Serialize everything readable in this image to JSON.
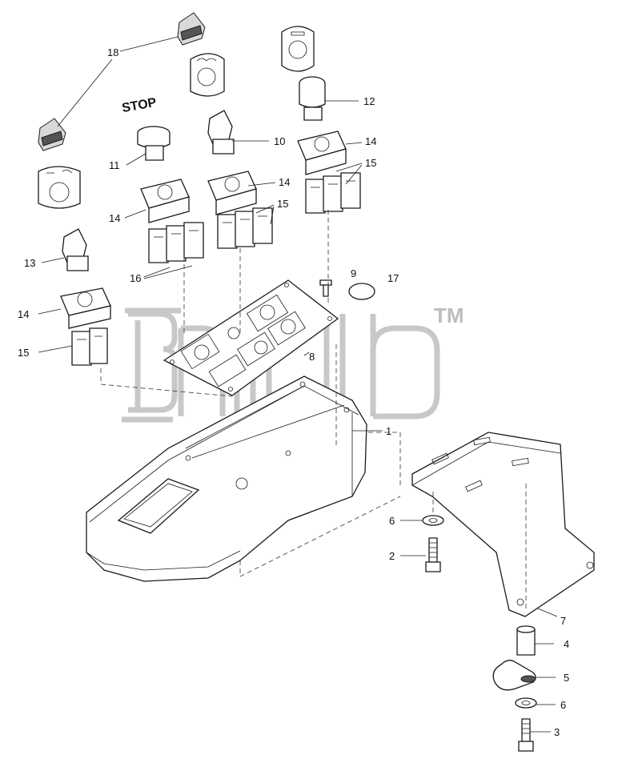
{
  "diagram": {
    "stop_label": "STOP",
    "watermark_mark": "TM",
    "callouts": [
      {
        "id": "c18",
        "text": "18"
      },
      {
        "id": "c12",
        "text": "12"
      },
      {
        "id": "c11",
        "text": "11"
      },
      {
        "id": "c10",
        "text": "10"
      },
      {
        "id": "c14a",
        "text": "14"
      },
      {
        "id": "c15a",
        "text": "15"
      },
      {
        "id": "c14b",
        "text": "14"
      },
      {
        "id": "c14c",
        "text": "14"
      },
      {
        "id": "c15b",
        "text": "15"
      },
      {
        "id": "c14d",
        "text": "14"
      },
      {
        "id": "c13",
        "text": "13"
      },
      {
        "id": "c16",
        "text": "16"
      },
      {
        "id": "c9",
        "text": "9"
      },
      {
        "id": "c17",
        "text": "17"
      },
      {
        "id": "c14e",
        "text": "14"
      },
      {
        "id": "c15c",
        "text": "15"
      },
      {
        "id": "c8",
        "text": "8"
      },
      {
        "id": "c1",
        "text": "1"
      },
      {
        "id": "c6a",
        "text": "6"
      },
      {
        "id": "c2",
        "text": "2"
      },
      {
        "id": "c7",
        "text": "7"
      },
      {
        "id": "c4",
        "text": "4"
      },
      {
        "id": "c5",
        "text": "5"
      },
      {
        "id": "c6b",
        "text": "6"
      },
      {
        "id": "c3",
        "text": "3"
      }
    ]
  }
}
